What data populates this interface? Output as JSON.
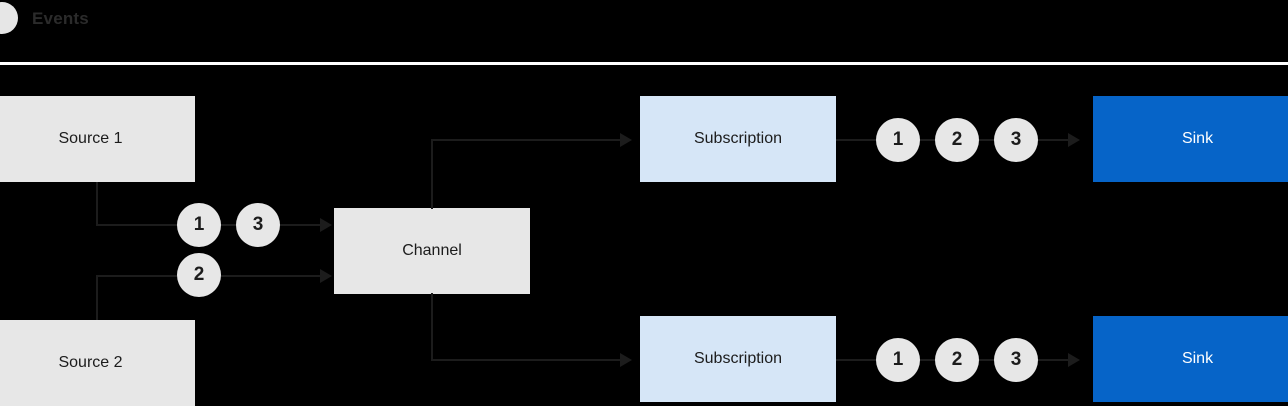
{
  "legend": {
    "dot_icon": "event-dot-icon",
    "label": "Events",
    "dot_color": "#e6e6e6"
  },
  "colors": {
    "background": "#000000",
    "source_box": "#e7e7e7",
    "channel_box": "#e7e7e7",
    "subscription_box": "#d6e6f7",
    "sink_box": "#0664c8",
    "sink_text": "#ffffff",
    "connector": "#1c1c1c",
    "divider": "#ffffff",
    "event_circle": "#e7e7e7"
  },
  "nodes": {
    "source1": {
      "label": "Source 1"
    },
    "source2": {
      "label": "Source 2"
    },
    "channel": {
      "label": "Channel"
    },
    "subscription_top": {
      "label": "Subscription"
    },
    "subscription_bottom": {
      "label": "Subscription"
    },
    "sink_top": {
      "label": "Sink"
    },
    "sink_bottom": {
      "label": "Sink"
    }
  },
  "events": {
    "ingress_top": [
      "1",
      "3"
    ],
    "ingress_bottom": [
      "2"
    ],
    "egress_top": [
      "1",
      "2",
      "3"
    ],
    "egress_bottom": [
      "1",
      "2",
      "3"
    ]
  }
}
